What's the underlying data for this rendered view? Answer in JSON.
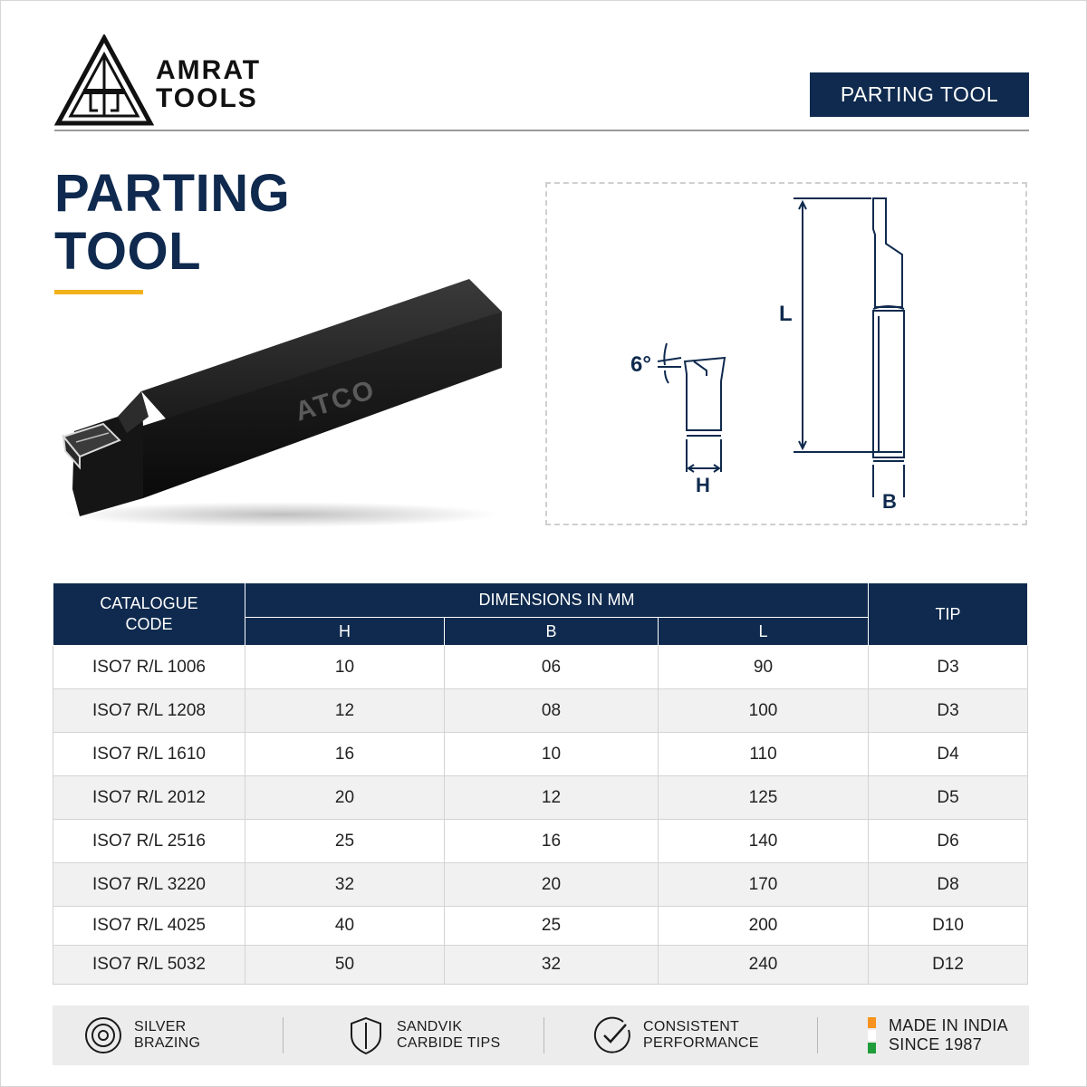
{
  "brand": {
    "line1": "AMRAT",
    "line2": "TOOLS"
  },
  "badge": "PARTING TOOL",
  "title": {
    "line1": "PARTING",
    "line2": "TOOL"
  },
  "product": {
    "marking": "ATCO"
  },
  "diagram": {
    "angle": "6°",
    "label_h": "H",
    "label_l": "L",
    "label_b": "B"
  },
  "table": {
    "headers": {
      "code": "CATALOGUE CODE",
      "dimensions": "DIMENSIONS IN MM",
      "h": "H",
      "b": "B",
      "l": "L",
      "tip": "TIP"
    },
    "rows": [
      {
        "code": "ISO7 R/L 1006",
        "h": "10",
        "b": "06",
        "l": "90",
        "tip": "D3"
      },
      {
        "code": "ISO7 R/L 1208",
        "h": "12",
        "b": "08",
        "l": "100",
        "tip": "D3"
      },
      {
        "code": "ISO7 R/L 1610",
        "h": "16",
        "b": "10",
        "l": "110",
        "tip": "D4"
      },
      {
        "code": "ISO7 R/L 2012",
        "h": "20",
        "b": "12",
        "l": "125",
        "tip": "D5"
      },
      {
        "code": "ISO7 R/L 2516",
        "h": "25",
        "b": "16",
        "l": "140",
        "tip": "D6"
      },
      {
        "code": "ISO7 R/L 3220",
        "h": "32",
        "b": "20",
        "l": "170",
        "tip": "D8"
      },
      {
        "code": "ISO7 R/L 4025",
        "h": "40",
        "b": "25",
        "l": "200",
        "tip": "D10"
      },
      {
        "code": "ISO7 R/L 5032",
        "h": "50",
        "b": "32",
        "l": "240",
        "tip": "D12"
      }
    ]
  },
  "features": [
    {
      "icon": "concentric-circles-icon",
      "line1": "SILVER",
      "line2": "BRAZING"
    },
    {
      "icon": "shield-icon",
      "line1": "SANDVIK",
      "line2": "CARBIDE TIPS"
    },
    {
      "icon": "check-circle-icon",
      "line1": "CONSISTENT",
      "line2": "PERFORMANCE"
    },
    {
      "icon": "india-flag-icon",
      "line1": "MADE IN INDIA",
      "line2": "SINCE 1987"
    }
  ],
  "colors": {
    "navy": "#0f2a4e",
    "accent_yellow": "#f2b21b",
    "flag_saffron": "#f7931e",
    "flag_green": "#1f9d3a"
  }
}
